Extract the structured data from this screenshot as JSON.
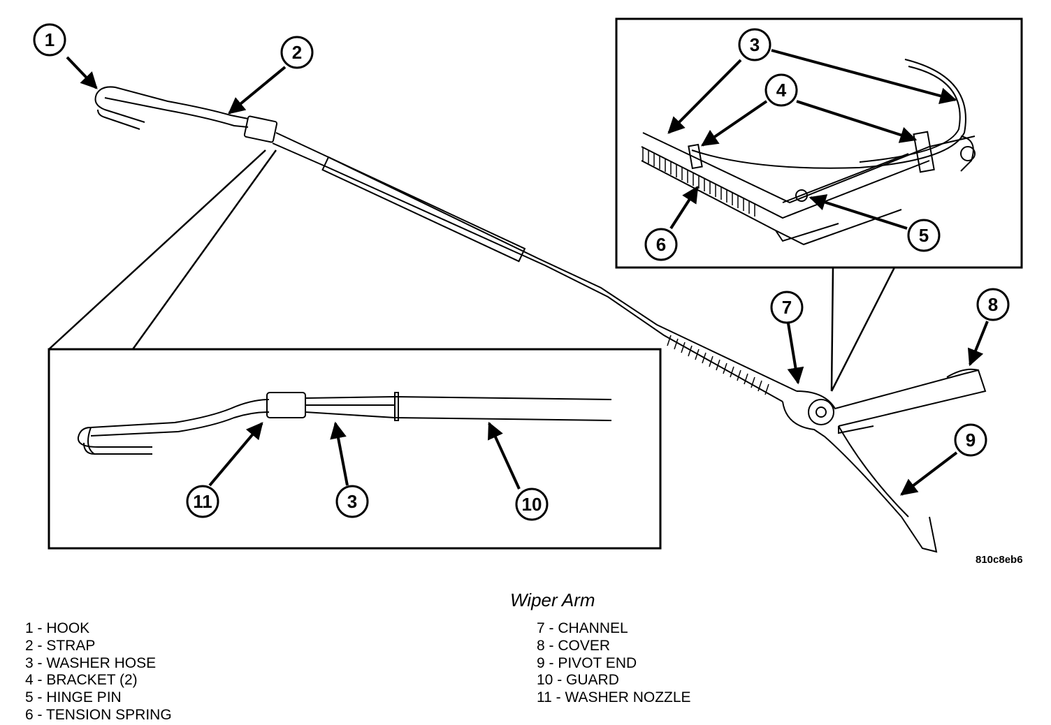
{
  "figure_code": "810c8eb6",
  "title": "Wiper Arm",
  "callouts": {
    "c1": "1",
    "c2": "2",
    "c3": "3",
    "c4": "4",
    "c5": "5",
    "c6": "6",
    "c7": "7",
    "c8": "8",
    "c9": "9",
    "c10": "10",
    "c11": "11",
    "c3b": "3"
  },
  "legend_left": [
    "1 - HOOK",
    "2 - STRAP",
    "3 - WASHER HOSE",
    "4 - BRACKET (2)",
    "5 - HINGE PIN",
    "6 - TENSION SPRING"
  ],
  "legend_right": [
    "7 - CHANNEL",
    "8 - COVER",
    "9 - PIVOT END",
    "10 - GUARD",
    "11 - WASHER NOZZLE"
  ]
}
